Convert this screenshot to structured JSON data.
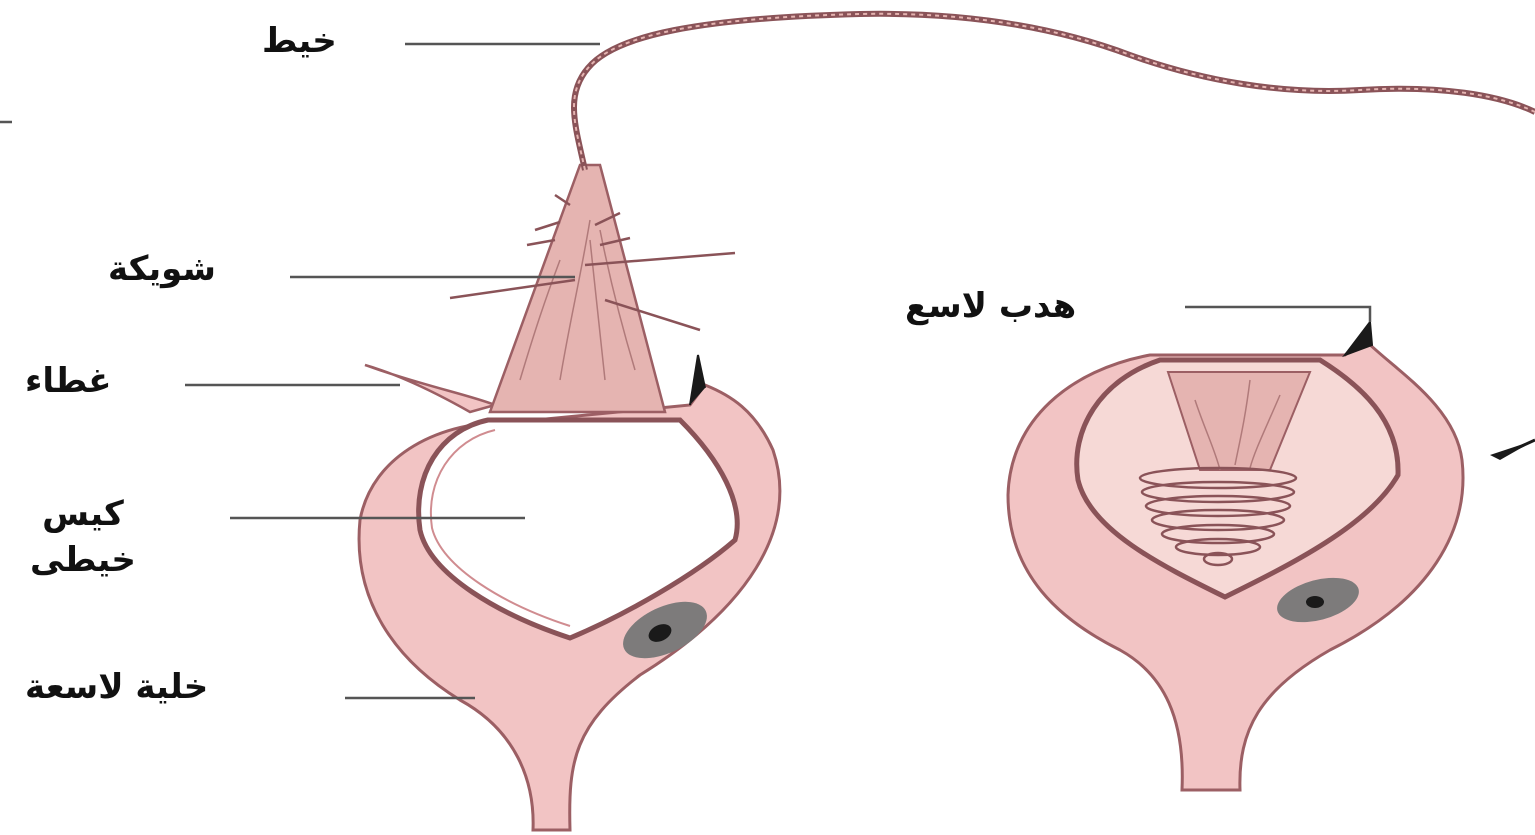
{
  "labels": {
    "thread": "خيط",
    "spine": "شويكة",
    "lid": "غطاء",
    "capsule_line1": "كيس",
    "capsule_line2": "خيطى",
    "cell": "خلية لاسعة",
    "trigger": "هدب لاسع"
  },
  "colors": {
    "cell_fill": "#f2c4c4",
    "cell_outline": "#9c5f64",
    "tube_fill": "#e5b4b1",
    "capsule_fill": "#ffffff",
    "nucleus_outer": "#7d7b7b",
    "nucleus_inner": "#1a1a1a",
    "leader_line": "#555555"
  }
}
